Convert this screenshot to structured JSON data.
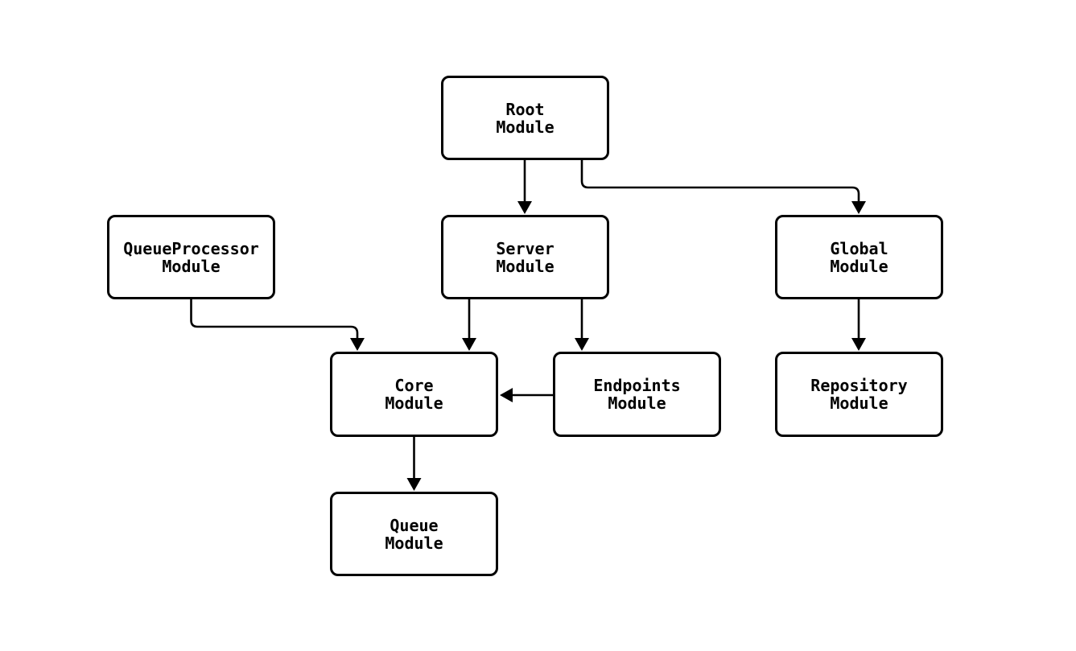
{
  "diagram": {
    "background_color": "#ffffff",
    "line_color": "#000000",
    "node_fill": "#ffffff",
    "node_border_color": "#000000",
    "text_color": "#000000",
    "nodes": {
      "root": {
        "label": "Root\nModule"
      },
      "queueprocessor": {
        "label": "QueueProcessor\nModule"
      },
      "server": {
        "label": "Server\nModule"
      },
      "global": {
        "label": "Global\nModule"
      },
      "core": {
        "label": "Core\nModule"
      },
      "endpoints": {
        "label": "Endpoints\nModule"
      },
      "repository": {
        "label": "Repository\nModule"
      },
      "queue": {
        "label": "Queue\nModule"
      }
    },
    "edges": [
      {
        "from": "Root Module",
        "to": "Server Module"
      },
      {
        "from": "Root Module",
        "to": "Global Module"
      },
      {
        "from": "QueueProcessor Module",
        "to": "Core Module"
      },
      {
        "from": "Server Module",
        "to": "Core Module"
      },
      {
        "from": "Server Module",
        "to": "Endpoints Module"
      },
      {
        "from": "Endpoints Module",
        "to": "Core Module"
      },
      {
        "from": "Global Module",
        "to": "Repository Module"
      },
      {
        "from": "Core Module",
        "to": "Queue Module"
      }
    ]
  }
}
